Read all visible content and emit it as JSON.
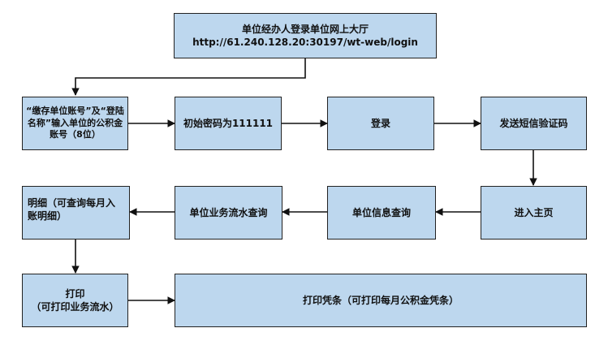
{
  "flowchart": {
    "start": {
      "title": "单位经办人登录单位网上大厅",
      "url": "http://61.240.128.20:30197/wt-web/login"
    },
    "steps": {
      "input_account": "“缴存单位账号”及“登陆名称”输入单位的公积金账号（8位）",
      "initial_password": "初始密码为111111",
      "login": "登录",
      "send_sms": "发送短信验证码",
      "enter_home": "进入主页",
      "unit_info_query": "单位信息查询",
      "unit_flow_query": "单位业务流水查询",
      "detail": "明细（可查询每月入账明细）",
      "print": "打印\n（可打印业务流水）",
      "print_voucher": "打印凭条（可打印每月公积金凭条）"
    }
  }
}
